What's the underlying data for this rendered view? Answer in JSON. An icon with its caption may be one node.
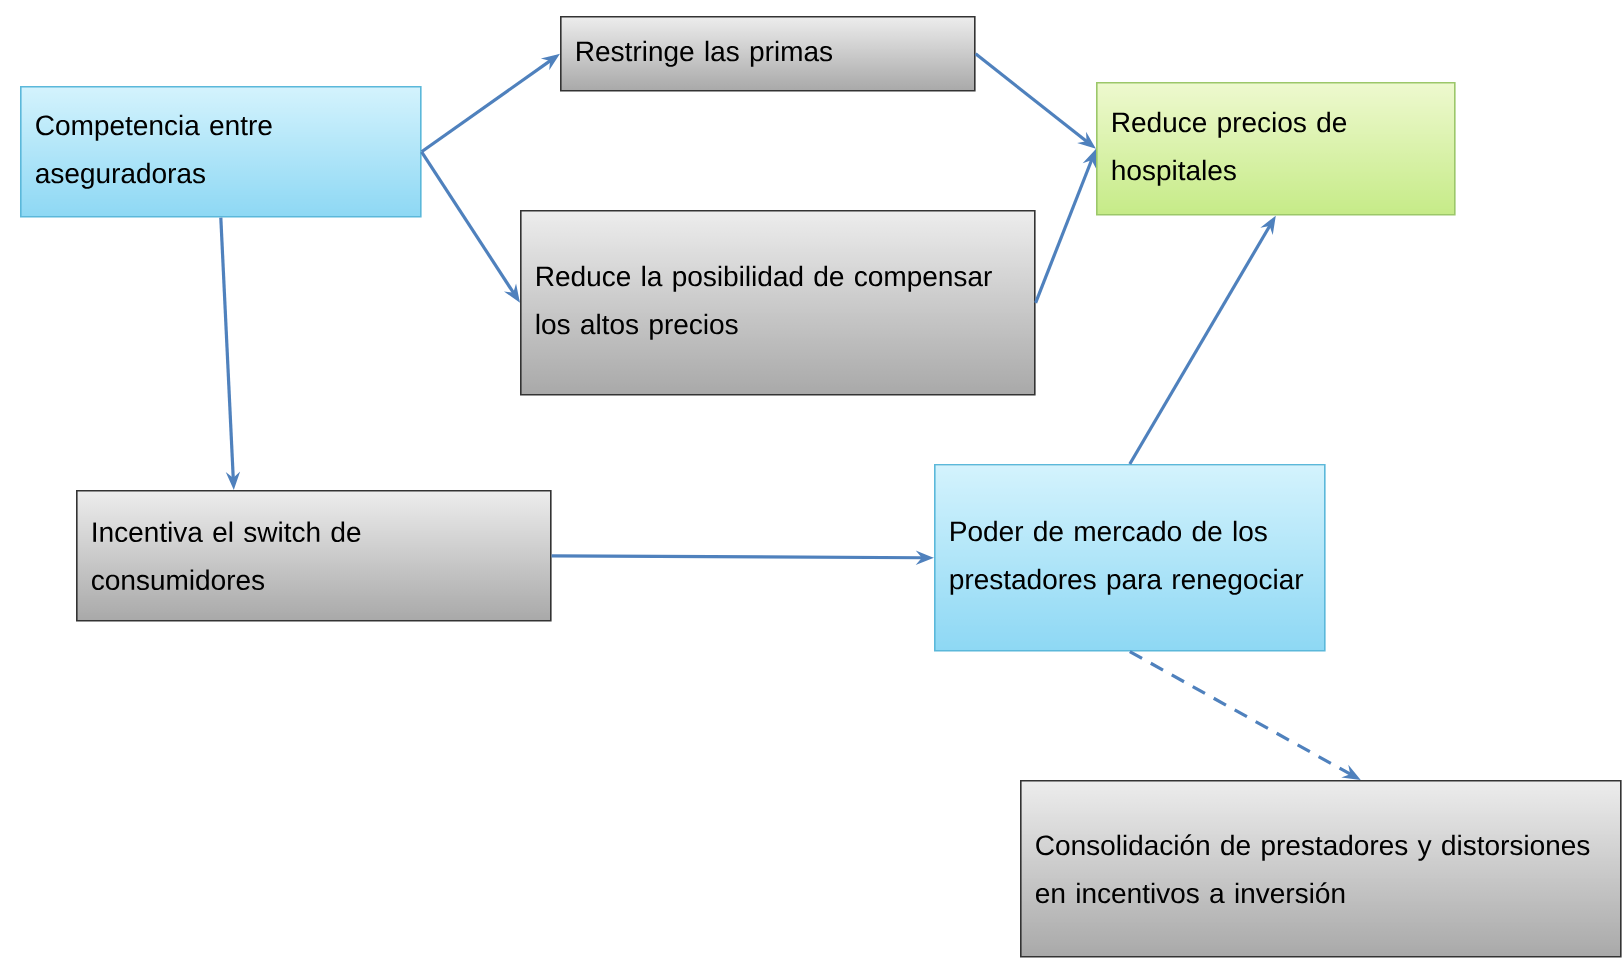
{
  "diagram": {
    "nodes": [
      {
        "text": [
          "Competencia entre aseguradoras"
        ]
      },
      {
        "text": [
          "Restringe las primas"
        ]
      },
      {
        "text": [
          "Reduce la posibilidad de compensar los altos precios"
        ]
      },
      {
        "text": [
          "Reduce precios de hospitales"
        ]
      },
      {
        "text": [
          "Incentiva el switch de consumidores"
        ]
      },
      {
        "text": [
          "Poder de mercado de los prestadores para renegociar"
        ]
      },
      {
        "text": [
          "Consolidación de prestadores y distorsiones en incentivos a inversión"
        ]
      }
    ],
    "edges": [
      {
        "from": 0,
        "to": 1,
        "arrow": "to"
      },
      {
        "from": 0,
        "to": 2,
        "arrow": "to"
      },
      {
        "from": 0,
        "to": 4,
        "arrow": "to"
      },
      {
        "from": 1,
        "to": 3,
        "arrow": "to"
      },
      {
        "from": 2,
        "to": 3,
        "arrow": "to"
      },
      {
        "from": 4,
        "to": 5,
        "arrow": "to"
      },
      {
        "from": 5,
        "to": 3,
        "arrow": "to"
      },
      {
        "from": 5,
        "to": 6,
        "arrow": "to",
        "style": "dashed"
      }
    ]
  }
}
